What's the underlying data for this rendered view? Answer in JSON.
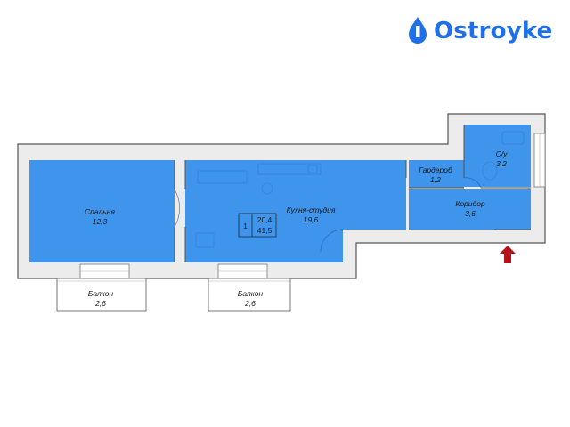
{
  "brand": {
    "name": "Ostroyke",
    "color": "#1e6fe8"
  },
  "colors": {
    "room_fill": "#3f94ec",
    "wall": "#555555",
    "wall_fill": "#ececec",
    "entrance_arrow": "#b3131a"
  },
  "rooms": {
    "bedroom": {
      "name": "Спальня",
      "area": "12,3"
    },
    "kitchen": {
      "name": "Кухня-студия",
      "area": "19,6"
    },
    "wardrobe": {
      "name": "Гардероб",
      "area": "1,2"
    },
    "bathroom": {
      "name": "С/у",
      "area": "3,2"
    },
    "corridor": {
      "name": "Коридор",
      "area": "3,6"
    },
    "balcony_left": {
      "name": "Балкон",
      "area": "2,6"
    },
    "balcony_right": {
      "name": "Балкон",
      "area": "2,6"
    }
  },
  "apartment_stamp": {
    "rooms_count": "1",
    "living_area": "20,4",
    "total_area": "41,5"
  },
  "icons": [
    "ostroyke-logo-icon",
    "entrance-arrow-icon"
  ]
}
